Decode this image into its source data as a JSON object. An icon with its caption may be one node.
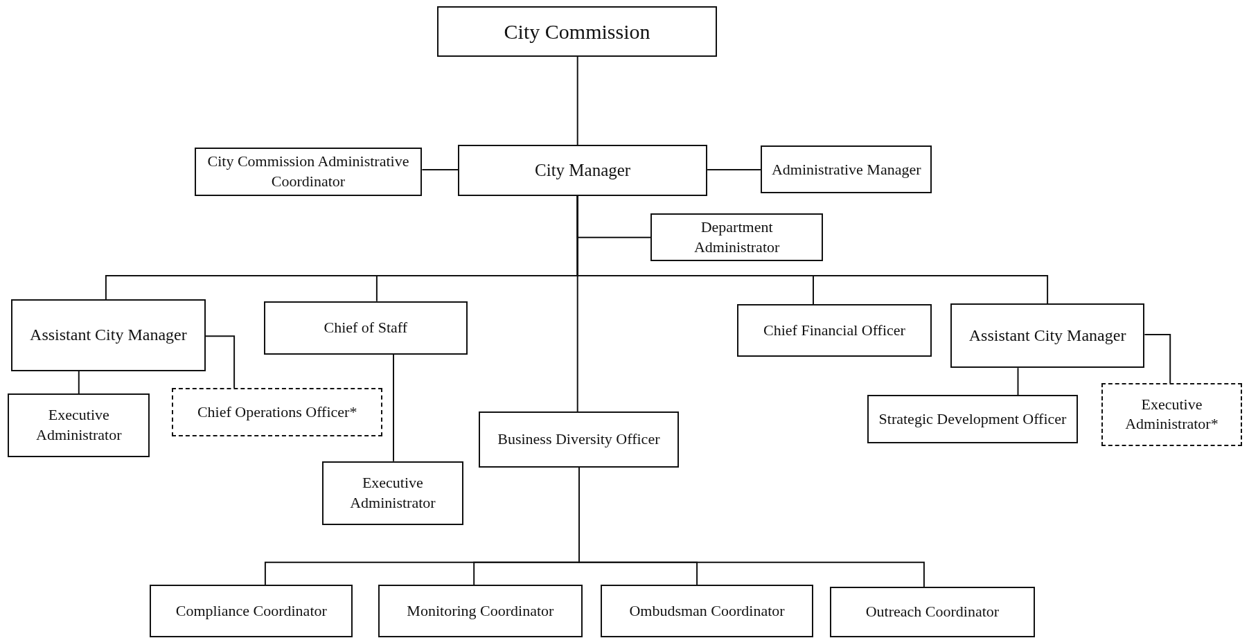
{
  "diagram": {
    "nodes": [
      {
        "text": [
          "City Commission"
        ]
      },
      {
        "text": [
          "City Commission Administrative Coordinator"
        ]
      },
      {
        "text": [
          "City Manager"
        ]
      },
      {
        "text": [
          "Administrative Manager"
        ]
      },
      {
        "text": [
          "Department Administrator"
        ]
      },
      {
        "text": [
          "Assistant City Manager"
        ]
      },
      {
        "text": [
          "Chief of Staff"
        ]
      },
      {
        "text": [
          "Chief Financial Officer"
        ]
      },
      {
        "text": [
          "Assistant City Manager"
        ]
      },
      {
        "text": [
          "Executive Administrator"
        ]
      },
      {
        "text": [
          "Chief Operations Officer*"
        ]
      },
      {
        "text": [
          "Business Diversity Officer"
        ]
      },
      {
        "text": [
          "Strategic Development Officer"
        ]
      },
      {
        "text": [
          "Executive Administrator*"
        ]
      },
      {
        "text": [
          "Executive Administrator"
        ]
      },
      {
        "text": [
          "Compliance Coordinator"
        ]
      },
      {
        "text": [
          "Monitoring Coordinator"
        ]
      },
      {
        "text": [
          "Ombudsman Coordinator"
        ]
      },
      {
        "text": [
          "Outreach Coordinator"
        ]
      }
    ],
    "edges": [
      {
        "from": 0,
        "to": 2,
        "arrow": "none"
      },
      {
        "from": 2,
        "to": 1,
        "arrow": "none"
      },
      {
        "from": 2,
        "to": 3,
        "arrow": "none"
      },
      {
        "from": 2,
        "to": 4,
        "arrow": "none"
      },
      {
        "from": 2,
        "to": 5,
        "arrow": "none"
      },
      {
        "from": 2,
        "to": 6,
        "arrow": "none"
      },
      {
        "from": 2,
        "to": 7,
        "arrow": "none"
      },
      {
        "from": 2,
        "to": 8,
        "arrow": "none"
      },
      {
        "from": 2,
        "to": 11,
        "arrow": "none"
      },
      {
        "from": 5,
        "to": 9,
        "arrow": "none"
      },
      {
        "from": 5,
        "to": 10,
        "arrow": "none"
      },
      {
        "from": 6,
        "to": 14,
        "arrow": "none"
      },
      {
        "from": 8,
        "to": 12,
        "arrow": "none"
      },
      {
        "from": 8,
        "to": 13,
        "arrow": "none"
      },
      {
        "from": 11,
        "to": 15,
        "arrow": "none"
      },
      {
        "from": 11,
        "to": 16,
        "arrow": "none"
      },
      {
        "from": 11,
        "to": 17,
        "arrow": "none"
      },
      {
        "from": 11,
        "to": 18,
        "arrow": "none"
      }
    ]
  }
}
